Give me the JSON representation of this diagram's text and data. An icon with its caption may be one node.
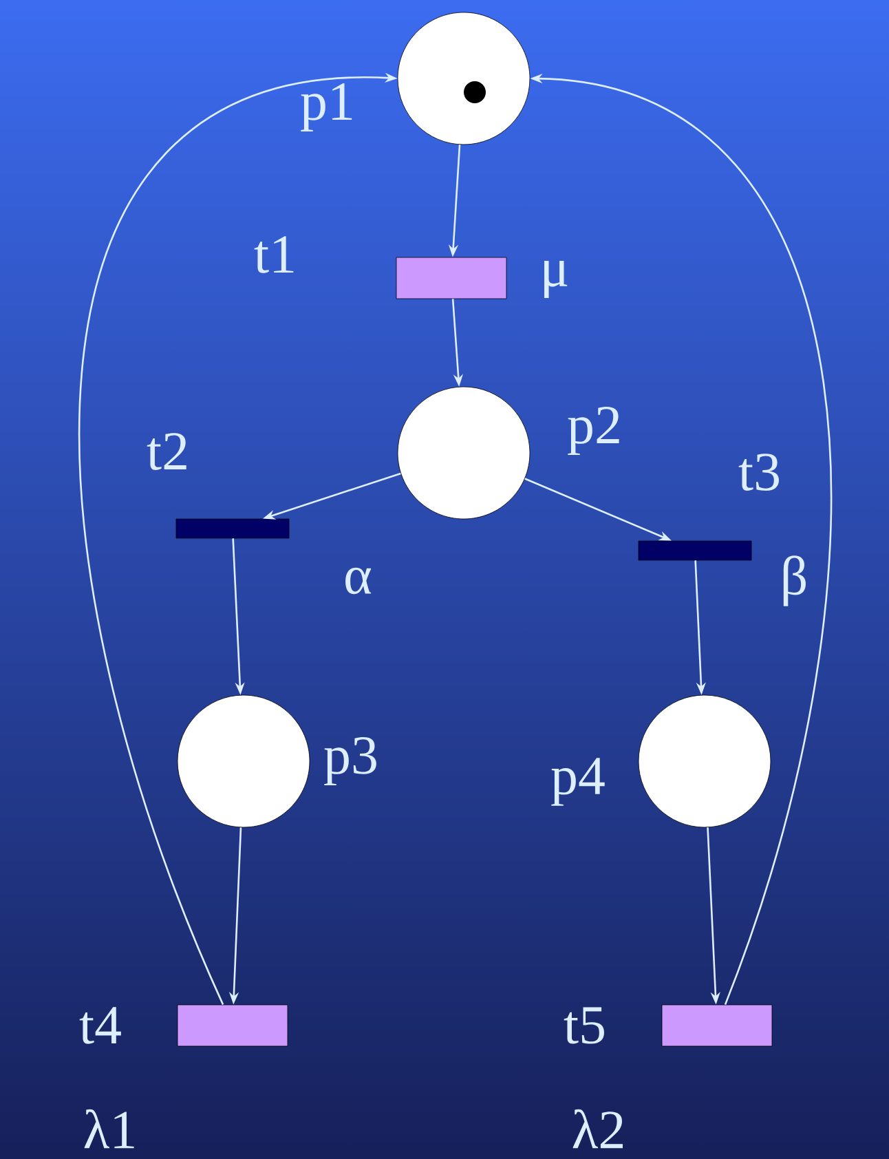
{
  "diagram": {
    "nodes": [
      {
        "text": [],
        "shape": "circle",
        "beside": [
          "p1"
        ]
      },
      {
        "text": [],
        "shape": "box",
        "beside": [
          "t1",
          "μ"
        ]
      },
      {
        "text": [],
        "shape": "circle",
        "beside": [
          "p2"
        ]
      },
      {
        "text": [],
        "shape": "bar",
        "beside": [
          "t2",
          "α"
        ]
      },
      {
        "text": [],
        "shape": "bar",
        "beside": [
          "t3",
          "β"
        ]
      },
      {
        "text": [],
        "shape": "circle",
        "beside": [
          "p3"
        ]
      },
      {
        "text": [],
        "shape": "circle",
        "beside": [
          "p4"
        ]
      },
      {
        "text": [],
        "shape": "box",
        "beside": [
          "t4",
          "λ1"
        ]
      },
      {
        "text": [],
        "shape": "box",
        "beside": [
          "t5",
          "λ2"
        ]
      }
    ],
    "edges": [
      {
        "from": 0,
        "to": 1,
        "arrow": "to"
      },
      {
        "from": 1,
        "to": 2,
        "arrow": "to"
      },
      {
        "from": 2,
        "to": 3,
        "arrow": "to"
      },
      {
        "from": 2,
        "to": 4,
        "arrow": "to"
      },
      {
        "from": 3,
        "to": 5,
        "arrow": "to"
      },
      {
        "from": 4,
        "to": 6,
        "arrow": "to"
      },
      {
        "from": 5,
        "to": 7,
        "arrow": "to"
      },
      {
        "from": 6,
        "to": 8,
        "arrow": "to"
      },
      {
        "from": 7,
        "to": 0,
        "arrow": "to"
      },
      {
        "from": 8,
        "to": 0,
        "arrow": "to"
      }
    ]
  }
}
